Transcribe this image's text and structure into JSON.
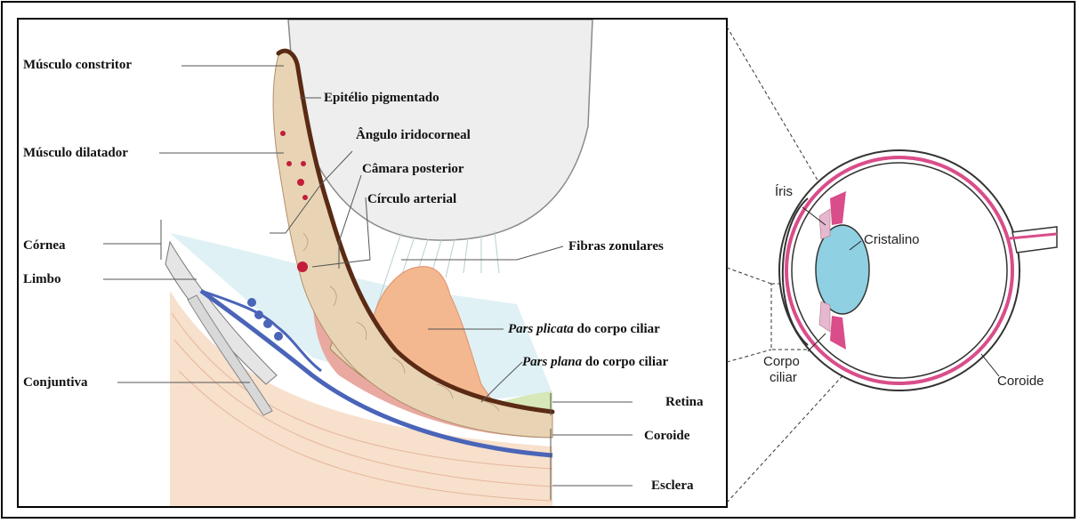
{
  "left_labels": {
    "musculo_constritor": "Músculo constritor",
    "musculo_dilatador": "Músculo dilatador",
    "cornea": "Córnea",
    "limbo": "Limbo",
    "conjuntiva": "Conjuntiva"
  },
  "inner_labels": {
    "epitelio_pigmentado": "Epitélio pigmentado",
    "angulo_iridocorneal": "Ângulo iridocorneal",
    "camara_posterior": "Câmara posterior",
    "circulo_arterial": "Círculo arterial",
    "fibras_zonulares": "Fibras zonulares",
    "pars_plicata_italic": "Pars plicata",
    "pars_plicata_rest": " do corpo ciliar",
    "pars_plana_italic": "Pars plana",
    "pars_plana_rest": " do corpo ciliar",
    "retina": "Retina",
    "coroide": "Coroide",
    "esclera": "Esclera"
  },
  "eye_labels": {
    "iris": "Íris",
    "cristalino": "Cristalino",
    "corpo_line1": "Corpo",
    "corpo_line2": "ciliar",
    "coroide": "Coroide"
  },
  "colors": {
    "pigment_epithelium": "#5a2a14",
    "stroma": "#e8d4b4",
    "ciliary_body": "#f4b890",
    "vessel": "#4a64b8",
    "sclera": "#f6dcc4",
    "choroid_pink": "#d94d8a",
    "lens": "#8fd0e2"
  }
}
